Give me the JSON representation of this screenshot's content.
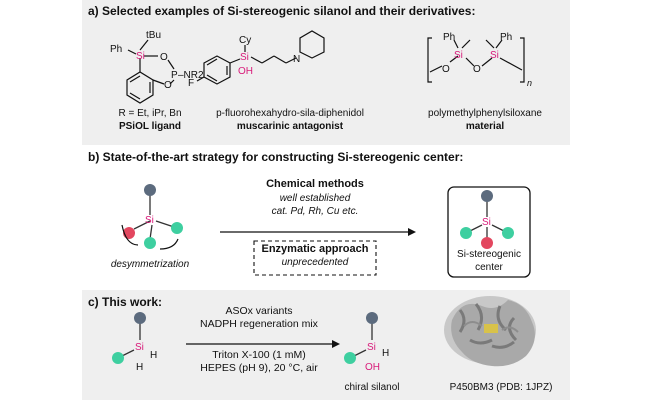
{
  "panel_a": {
    "heading": "a) Selected examples of Si-stereogenic silanol and their derivatives:",
    "psiol": {
      "ph": "Ph",
      "si": "Si",
      "tbu": "tBu",
      "o1": "O",
      "o2": "O",
      "p": "P",
      "nr2": "–NR2",
      "r_line": "R = Et, iPr, Bn",
      "name": "PSiOL ligand"
    },
    "antagonist": {
      "cy": "Cy",
      "si": "Si",
      "oh": "OH",
      "f": "F",
      "n": "N",
      "name": "p-fluorohexahydro-sila-diphenidol",
      "category": "muscarinic antagonist"
    },
    "polymer": {
      "ph1": "Ph",
      "ph2": "Ph",
      "si1": "Si",
      "si2": "Si",
      "o1": "O",
      "o2": "O",
      "n": "n",
      "name": "polymethylphenylsiloxane",
      "category": "material"
    }
  },
  "panel_b": {
    "heading": "b) State-of-the-art strategy for constructing Si-stereogenic center:",
    "left_si": "Si",
    "left_caption": "desymmetrization",
    "chem_title": "Chemical methods",
    "chem_sub1": "well established",
    "chem_sub2": "cat. Pd, Rh, Cu etc.",
    "enz_title": "Enzymatic approach",
    "enz_sub": "unprecedented",
    "right_si": "Si",
    "right_caption1": "Si-stereogenic",
    "right_caption2": "center"
  },
  "panel_c": {
    "heading": "c) This work:",
    "left_si": "Si",
    "left_h1": "H",
    "left_h2": "H",
    "cond1": "ASOx variants",
    "cond2": "NADPH regeneration mix",
    "cond3": "Triton X-100 (1 mM)",
    "cond4": "HEPES (pH 9), 20 °C, air",
    "prod_si": "Si",
    "prod_h": "H",
    "prod_oh": "OH",
    "prod_caption": "chiral silanol",
    "enzyme_caption": "P450BM3 (PDB: 1JPZ)"
  },
  "colors": {
    "panel_bg": "#efefef",
    "si_pink": "#d81b7a",
    "ball_dark": "#5c6b7e",
    "ball_teal": "#3ecfa0",
    "ball_red": "#e3475f",
    "arrow_green": "#2e7d32",
    "protein": "#9a9a9a",
    "heme": "#d8c24a"
  }
}
